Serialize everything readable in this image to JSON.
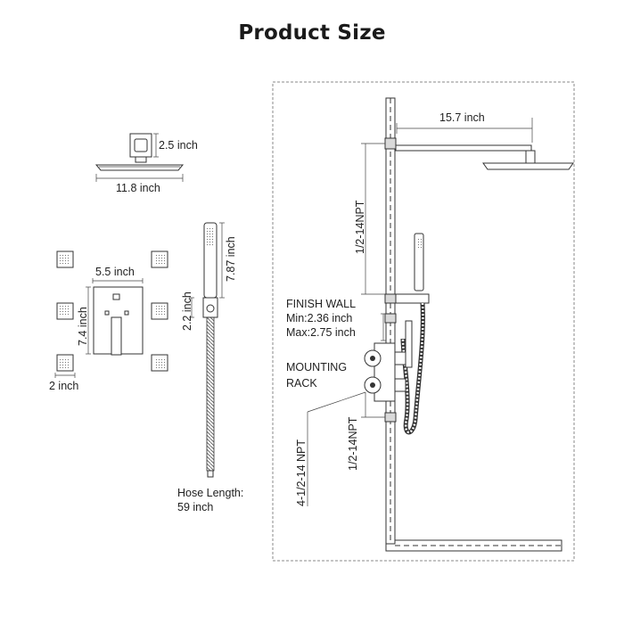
{
  "title": "Product Size",
  "shower_head": {
    "height": "2.5 inch",
    "width": "11.8 inch"
  },
  "valve_plate": {
    "width": "5.5 inch",
    "height": "7.4 inch"
  },
  "body_jet": {
    "size": "2 inch"
  },
  "hand_shower": {
    "length": "7.87 inch",
    "holder": "2.2 inch"
  },
  "hose": {
    "line1": "Hose Length:",
    "line2": "59 inch"
  },
  "installation": {
    "arm_length": "15.7 inch",
    "top_thread": "1/2-14NPT",
    "bottom_thread": "1/2-14NPT",
    "side_thread": "4-1/2-14 NPT",
    "finish_wall": "FINISH WALL",
    "min": "Min:2.36 inch",
    "max": "Max:2.75 inch",
    "mounting_line1": "MOUNTING",
    "mounting_line2": "RACK"
  }
}
